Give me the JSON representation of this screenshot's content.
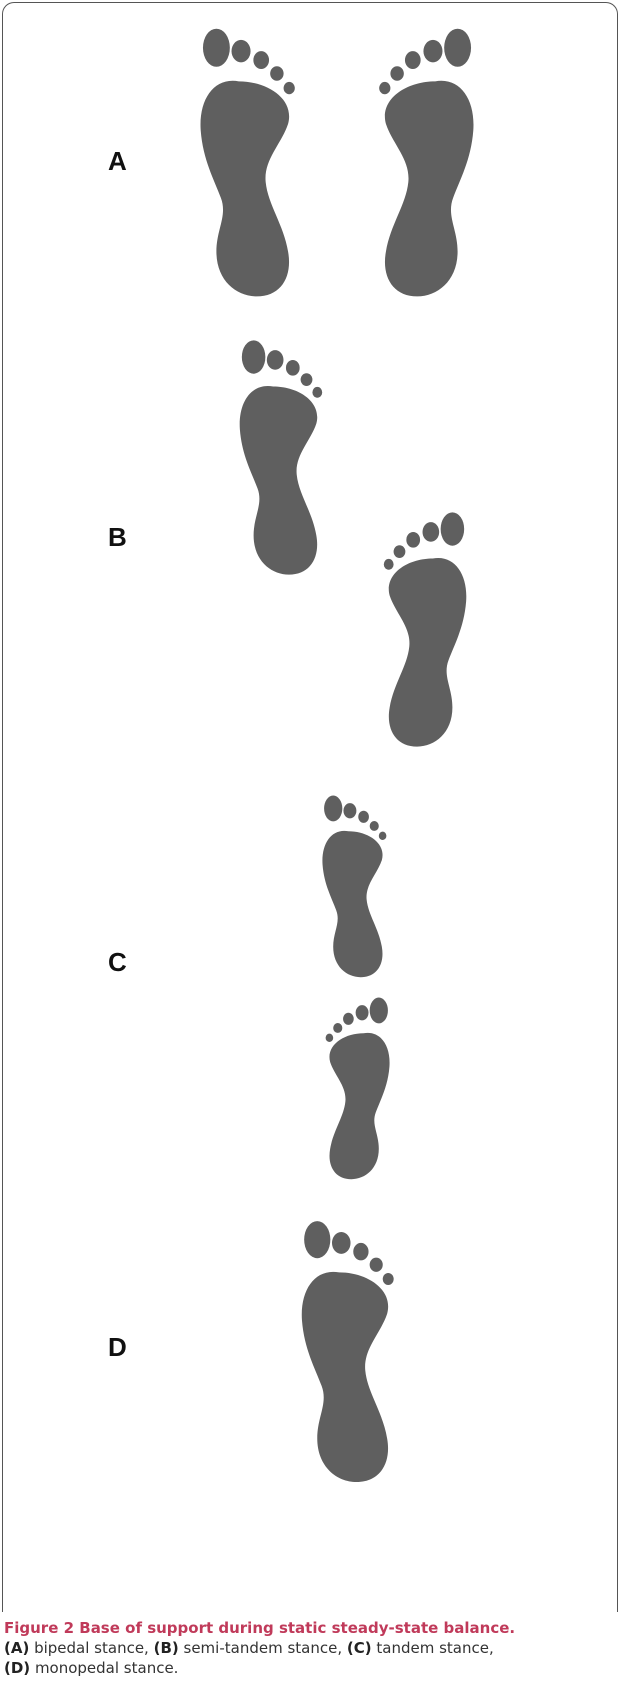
{
  "panels": [
    {
      "label": "A"
    },
    {
      "label": "B"
    },
    {
      "label": "C"
    },
    {
      "label": "D"
    }
  ],
  "caption": {
    "figure_title": "Figure 2 Base of support during static steady-state balance.",
    "items": [
      {
        "tag": "(A)",
        "text": " bipedal stance, "
      },
      {
        "tag": "(B)",
        "text": " semi-tandem stance, "
      },
      {
        "tag": "(C)",
        "text": " tandem stance,"
      },
      {
        "tag": "(D)",
        "text": " monopedal stance."
      }
    ]
  },
  "colors": {
    "footprint": "#5f5f5f",
    "caption_title": "#c03a5a"
  }
}
